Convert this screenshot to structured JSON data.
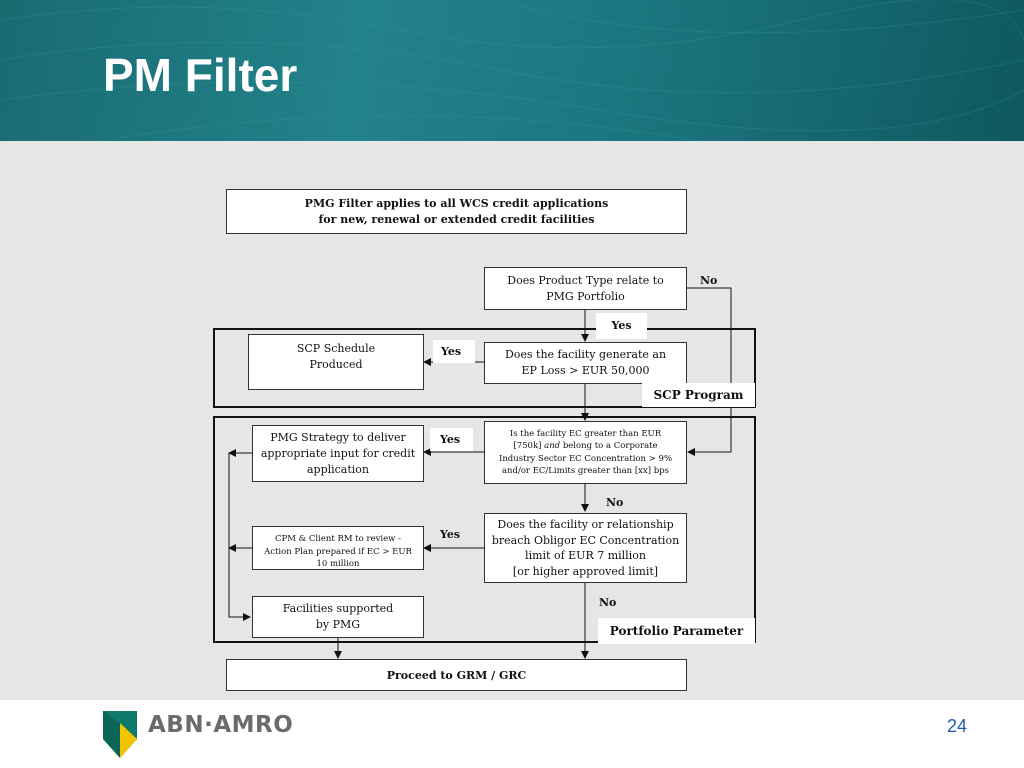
{
  "slide": {
    "title": "PM Filter",
    "page_number": "24",
    "brand": "ABN·AMRO",
    "colors": {
      "header": "#1c7780",
      "content_bg": "#e6e6e6",
      "page_number": "#1f5fa8",
      "logo_green": "#0f7a6a",
      "logo_yellow": "#f2c400"
    }
  },
  "diagram": {
    "top_box": {
      "line1": "PMG Filter applies to all WCS credit applications",
      "line2": "for new, renewal or extended credit facilities"
    },
    "q_product": {
      "line1": "Does Product Type relate to",
      "line2": "PMG Portfolio"
    },
    "q_ep_loss": {
      "line1": "Does the facility generate an",
      "line2": "EP Loss > EUR 50,000"
    },
    "scp_schedule": {
      "line1": "SCP Schedule",
      "line2": "Produced"
    },
    "q_ec": {
      "line1": "Is the facility EC greater than EUR",
      "line2a": "[750k] ",
      "line2b": "and",
      "line2c": " belong to a Corporate",
      "line3": "Industry Sector EC Concentration > 9%",
      "line4": "and/or EC/Limits greater than [xx] bps"
    },
    "pmg_strategy": {
      "line1": "PMG Strategy to deliver",
      "line2": "appropriate input for credit",
      "line3": "application"
    },
    "q_obligor": {
      "line1": "Does the facility or relationship",
      "line2": "breach Obligor EC Concentration",
      "line3": "limit of EUR 7 million",
      "line4": "[or higher approved limit]"
    },
    "cpm_review": {
      "line1": "CPM & Client RM to review -",
      "line2": "Action Plan prepared if EC > EUR",
      "line3": "10 million"
    },
    "facilities": {
      "line1": "Facilities supported",
      "line2": "by PMG"
    },
    "proceed": {
      "text": "Proceed to GRM / GRC"
    },
    "labels": {
      "no_product": "No",
      "yes_product": "Yes",
      "yes_ep": "Yes",
      "yes_ec": "Yes",
      "no_ec": "No",
      "yes_obligor": "Yes",
      "no_obligor": "No"
    },
    "tags": {
      "scp_program": "SCP Program",
      "portfolio_parameter": "Portfolio Parameter"
    }
  }
}
